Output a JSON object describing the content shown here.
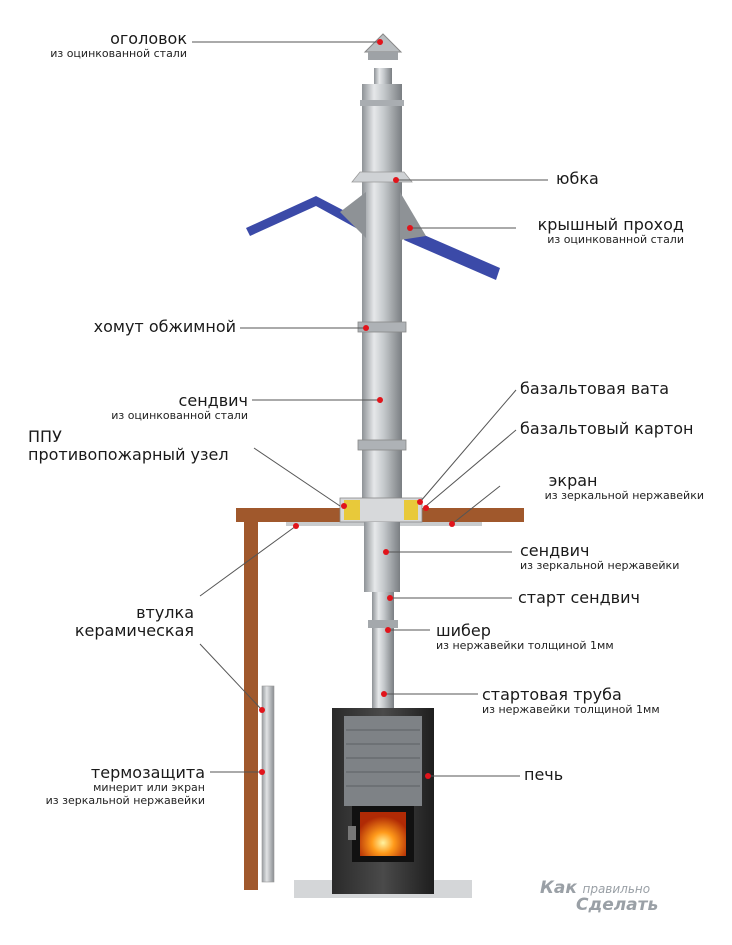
{
  "labels": {
    "ogolovok": {
      "title": "оголовок",
      "sub": "из оцинкованной стали"
    },
    "yubka": {
      "title": "юбка"
    },
    "roof_pass": {
      "title": "крышный проход",
      "sub": "из оцинкованной стали"
    },
    "clamp": {
      "title": "хомут обжимной"
    },
    "sandwich_top": {
      "title": "сендвич",
      "sub": "из оцинкованной стали"
    },
    "basalt_wool": {
      "title": "базальтовая вата"
    },
    "basalt_board": {
      "title": "базальтовый картон"
    },
    "ppu_1": {
      "title": "ППУ"
    },
    "ppu_2": {
      "title": "противопожарный узел"
    },
    "screen": {
      "title": "экран",
      "sub": "из зеркальной нержавейки"
    },
    "sandwich_bottom": {
      "title": "сендвич",
      "sub": "из зеркальной нержавейки"
    },
    "start_sandwich": {
      "title": "старт сендвич"
    },
    "sleeve_1": {
      "title": "втулка"
    },
    "sleeve_2": {
      "title": "керамическая"
    },
    "damper": {
      "title": "шибер",
      "sub": "из нержавейки толщиной 1мм"
    },
    "start_pipe": {
      "title": "стартовая труба",
      "sub": "из нержавейки толщиной 1мм"
    },
    "heat_shield": {
      "title": "термозащита",
      "sub1": "минерит или экран",
      "sub2": "из зеркальной нержавейки"
    },
    "stove": {
      "title": "печь"
    }
  },
  "watermark": {
    "line1": "Как",
    "line2": "правильно",
    "line3": "Сделать"
  },
  "colors": {
    "roof": "#3b4aa8",
    "wood": "#a0582c",
    "steel": "#bfc3c6",
    "marker": "#e1141b",
    "leader": "#555555"
  }
}
